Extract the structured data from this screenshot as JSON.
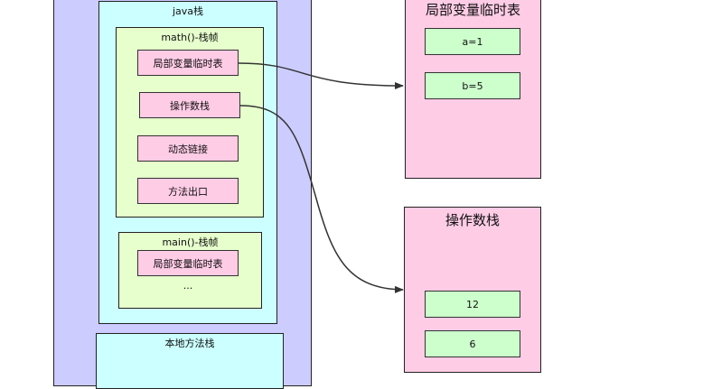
{
  "thread_stack": {
    "java_stack": {
      "title": "java栈",
      "math_frame": {
        "title": "math()-栈帧",
        "items": [
          "局部变量临时表",
          "操作数栈",
          "动态链接",
          "方法出口"
        ]
      },
      "main_frame": {
        "title": "main()-栈帧",
        "items": [
          "局部变量临时表",
          "..."
        ]
      }
    },
    "native_stack": {
      "title": "本地方法栈"
    }
  },
  "local_var_table": {
    "title": "局部变量临时表",
    "entries": [
      "a=1",
      "b=5"
    ]
  },
  "operand_stack": {
    "title": "操作数栈",
    "entries": [
      "12",
      "6"
    ]
  },
  "colors": {
    "outer": "#ccccff",
    "java_stack": "#ccffff",
    "frame": "#e6ffcc",
    "pink": "#ffcce6",
    "green": "#ccffcc",
    "arrow": "#333333"
  }
}
